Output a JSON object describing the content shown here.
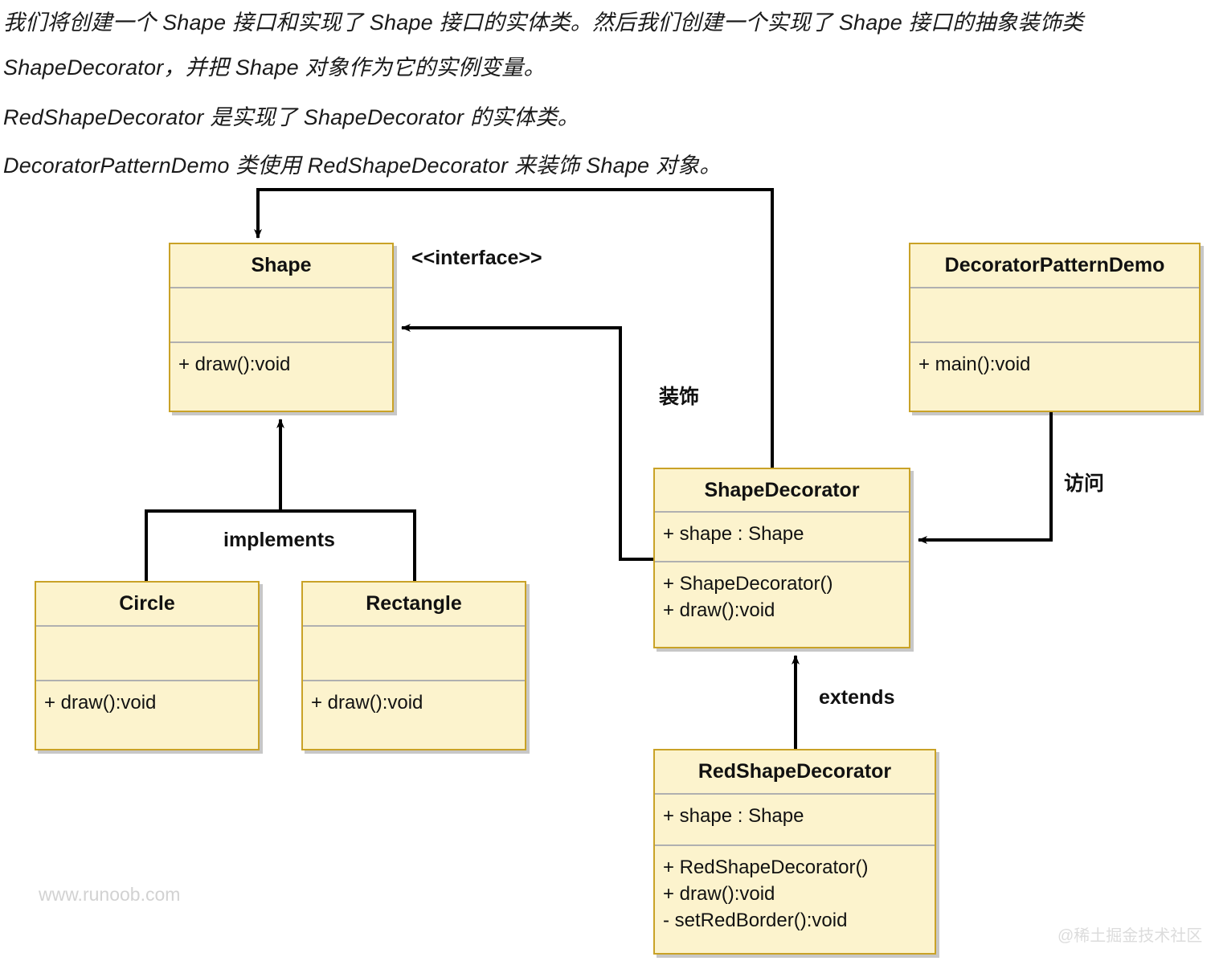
{
  "prose": {
    "paragraphs": [
      "我们将创建一个 Shape 接口和实现了 Shape 接口的实体类。然后我们创建一个实现了 Shape 接口的抽象装饰类 ShapeDecorator，并把 Shape 对象作为它的实例变量。",
      "RedShapeDecorator 是实现了 ShapeDecorator 的实体类。",
      "DecoratorPatternDemo 类使用 RedShapeDecorator 来装饰 Shape 对象。"
    ]
  },
  "colors": {
    "box_fill": "#fcf3cd",
    "box_border": "#c9a227",
    "separator": "#b0b0b0",
    "edge": "#000000",
    "text": "#111111",
    "watermark": "#d2d2d2",
    "background": "#ffffff"
  },
  "diagram": {
    "type": "uml-class-diagram",
    "classes": [
      {
        "id": "shape",
        "name": "Shape",
        "stereotype": "<<interface>>",
        "attributes": [],
        "operations": [
          "+ draw():void"
        ]
      },
      {
        "id": "circle",
        "name": "Circle",
        "attributes": [],
        "operations": [
          "+ draw():void"
        ]
      },
      {
        "id": "rectangle",
        "name": "Rectangle",
        "attributes": [],
        "operations": [
          "+ draw():void"
        ]
      },
      {
        "id": "shapedecorator",
        "name": "ShapeDecorator",
        "attributes": [
          "+ shape : Shape"
        ],
        "operations": [
          "+ ShapeDecorator()",
          "+ draw():void"
        ]
      },
      {
        "id": "redshapedecorator",
        "name": "RedShapeDecorator",
        "attributes": [
          "+ shape : Shape"
        ],
        "operations": [
          "+ RedShapeDecorator()",
          "+ draw():void",
          "- setRedBorder():void"
        ]
      },
      {
        "id": "demo",
        "name": "DecoratorPatternDemo",
        "attributes": [],
        "operations": [
          "+ main():void"
        ]
      }
    ],
    "edge_labels": {
      "interface": "<<interface>>",
      "implements": "implements",
      "decorates": "装饰",
      "visits": "访问",
      "extends": "extends"
    },
    "relations": [
      {
        "from": "circle",
        "to": "shape",
        "label": "implements",
        "kind": "realization"
      },
      {
        "from": "rectangle",
        "to": "shape",
        "label": "implements",
        "kind": "realization"
      },
      {
        "from": "shapedecorator",
        "to": "shape",
        "label": "装饰",
        "kind": "realization"
      },
      {
        "from": "shapedecorator",
        "to": "shape",
        "label": "",
        "kind": "association"
      },
      {
        "from": "demo",
        "to": "shapedecorator",
        "label": "访问",
        "kind": "dependency"
      },
      {
        "from": "redshapedecorator",
        "to": "shapedecorator",
        "label": "extends",
        "kind": "generalization"
      }
    ]
  },
  "watermarks": {
    "site": "www.runoob.com",
    "community": "@稀土掘金技术社区"
  }
}
